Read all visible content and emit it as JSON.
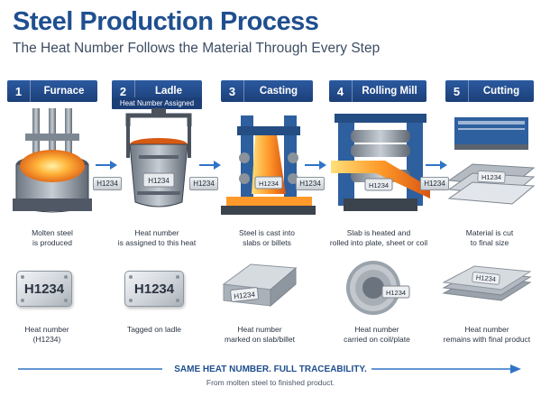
{
  "title": "Steel Production Process",
  "subtitle": "The Heat Number Follows the Material Through Every Step",
  "steps": [
    {
      "num": "1",
      "label": "Furnace",
      "desc_line1": "Molten steel",
      "desc_line2": "is produced",
      "lower_line1": "Heat number",
      "lower_line2": "(H1234)"
    },
    {
      "num": "2",
      "label": "Ladle",
      "sublabel": "Heat Number Assigned",
      "desc_line1": "Heat number",
      "desc_line2": "is assigned to this heat",
      "lower_line1": "Tagged on ladle",
      "lower_line2": ""
    },
    {
      "num": "3",
      "label": "Casting",
      "desc_line1": "Steel is cast into",
      "desc_line2": "slabs or billets",
      "lower_line1": "Heat number",
      "lower_line2": "marked on slab/billet"
    },
    {
      "num": "4",
      "label": "Rolling Mill",
      "desc_line1": "Slab is heated and",
      "desc_line2": "rolled into plate, sheet or coil",
      "lower_line1": "Heat number",
      "lower_line2": "carried on coil/plate"
    },
    {
      "num": "5",
      "label": "Cutting",
      "desc_line1": "Material is cut",
      "desc_line2": "to final size",
      "lower_line1": "Heat number",
      "lower_line2": "remains with final product"
    }
  ],
  "heat_number": "H1234",
  "footer": {
    "tagline": "SAME HEAT NUMBER. FULL TRACEABILITY.",
    "subline": "From molten steel to finished product."
  },
  "colors": {
    "primary": "#1f4f8f",
    "header": "#2b5aa0",
    "arrow": "#2f74c6",
    "molten": "#f28a1e"
  }
}
